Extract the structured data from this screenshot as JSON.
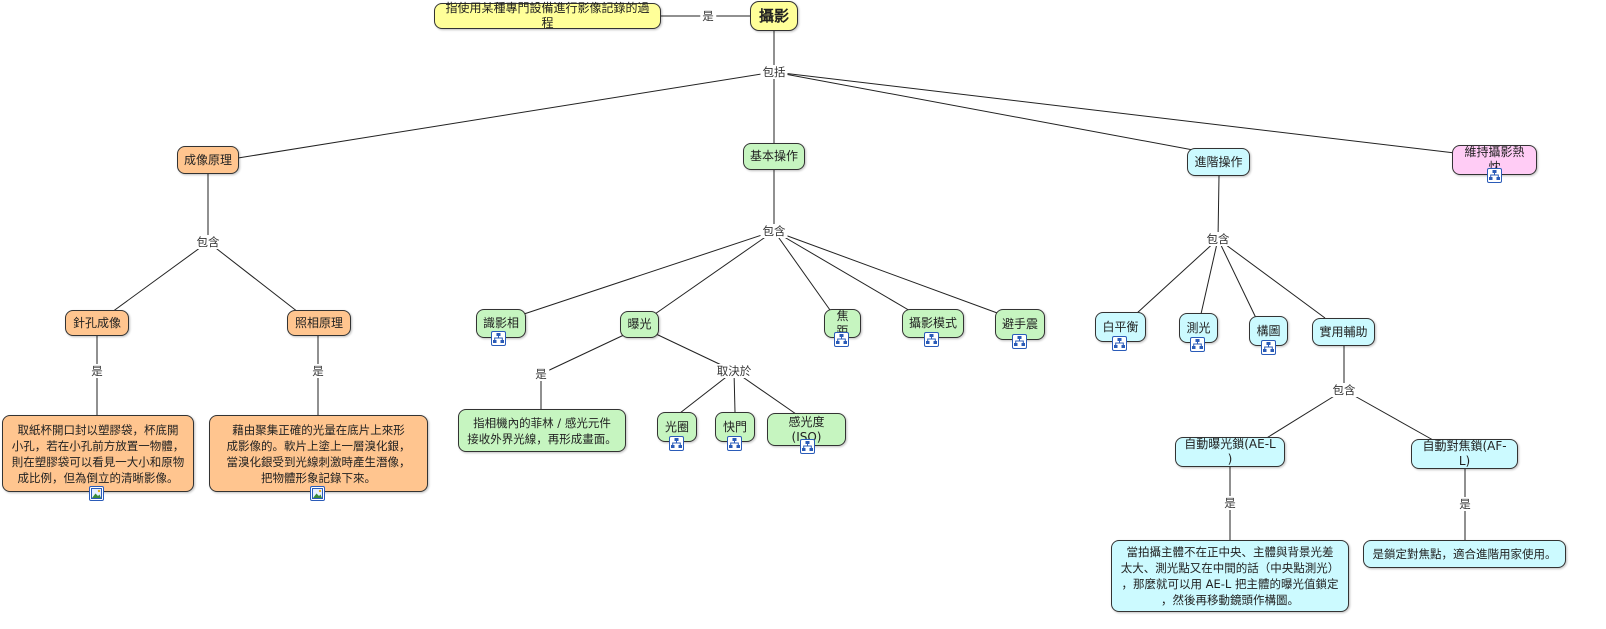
{
  "root": {
    "label": "攝影"
  },
  "definition": {
    "text": "指使用某種專門設備進行影像記錄的過程",
    "link_label": "是"
  },
  "links": {
    "root_includes": "包括"
  },
  "branches": {
    "imaging": {
      "label": "成像原理",
      "link_label": "包含",
      "pinhole": {
        "label": "針孔成像",
        "link_label": "是",
        "text": "取紙杯開口封以塑膠袋，杯底開\n小孔，若在小孔前方放置一物體，\n則在塑膠袋可以看見一大小和原物\n成比例，但為倒立的清晰影像。"
      },
      "photo": {
        "label": "照相原理",
        "link_label": "是",
        "text": "藉由聚集正確的光量在底片上來形\n成影像的。軟片上塗上一層溴化銀，\n當溴化銀受到光線刺激時產生潛像，\n把物體形象記錄下來。"
      }
    },
    "basic": {
      "label": "基本操作",
      "link_label": "包含",
      "camera": {
        "label": "識影相"
      },
      "exposure": {
        "label": "曝光",
        "is_label": "是",
        "depends_label": "取決於",
        "text": "指相機內的菲林 / 感光元件\n接收外界光線，再形成畫面。",
        "aperture": {
          "label": "光圈"
        },
        "shutter": {
          "label": "快門"
        },
        "iso": {
          "label": "感光度(ISO)"
        }
      },
      "focal": {
        "label": "焦距"
      },
      "mode": {
        "label": "攝影模式"
      },
      "shake": {
        "label": "避手震"
      }
    },
    "advanced": {
      "label": "進階操作",
      "link_label": "包含",
      "wb": {
        "label": "白平衡"
      },
      "metering": {
        "label": "測光"
      },
      "composition": {
        "label": "構圖"
      },
      "assist": {
        "label": "實用輔助",
        "link_label": "包含",
        "ael": {
          "label": "自動曝光鎖(AE-L )",
          "link_label": "是",
          "text": "當拍攝主體不在正中央、主體與背景光差\n太大、測光點又在中間的話（中央點測光）\n，那麼就可以用 AE-L 把主體的曝光值鎖定\n，然後再移動鏡頭作構圖。"
        },
        "afl": {
          "label": "自動對焦鎖(AF-L)",
          "link_label": "是",
          "text": "是鎖定對焦點，適合進階用家使用。"
        }
      }
    },
    "passion": {
      "label": "維持攝影熱忱"
    }
  },
  "colors": {
    "root": "#ffff99",
    "orange": "#ffc58f",
    "green": "#c6f5c0",
    "cyan": "#ccfaff",
    "pink": "#ffccf5",
    "line": "#222222",
    "icon": "#2a5bb8"
  },
  "icons": {
    "submap": "concept-map-icon",
    "image": "image-icon"
  }
}
